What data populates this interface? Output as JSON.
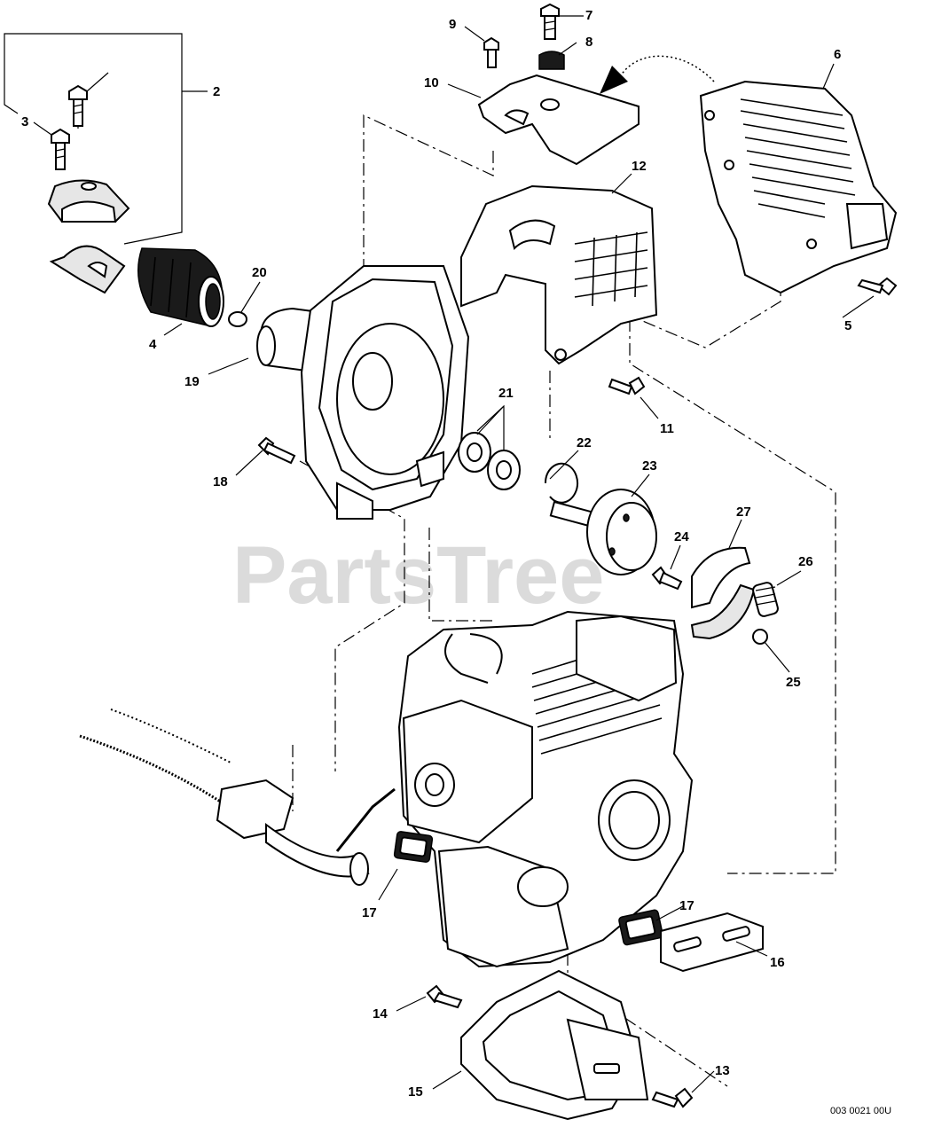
{
  "watermark": "PartsTree",
  "reference_code": "003 0021 00U",
  "callouts": {
    "c2": "2",
    "c3": "3",
    "c4": "4",
    "c5": "5",
    "c6": "6",
    "c7": "7",
    "c8": "8",
    "c9": "9",
    "c10": "10",
    "c11": "11",
    "c12": "12",
    "c13": "13",
    "c14": "14",
    "c15": "15",
    "c16": "16",
    "c17a": "17",
    "c17b": "17",
    "c18": "18",
    "c19": "19",
    "c20": "20",
    "c21": "21",
    "c22": "22",
    "c23": "23",
    "c24": "24",
    "c25": "25",
    "c26": "26",
    "c27": "27"
  }
}
